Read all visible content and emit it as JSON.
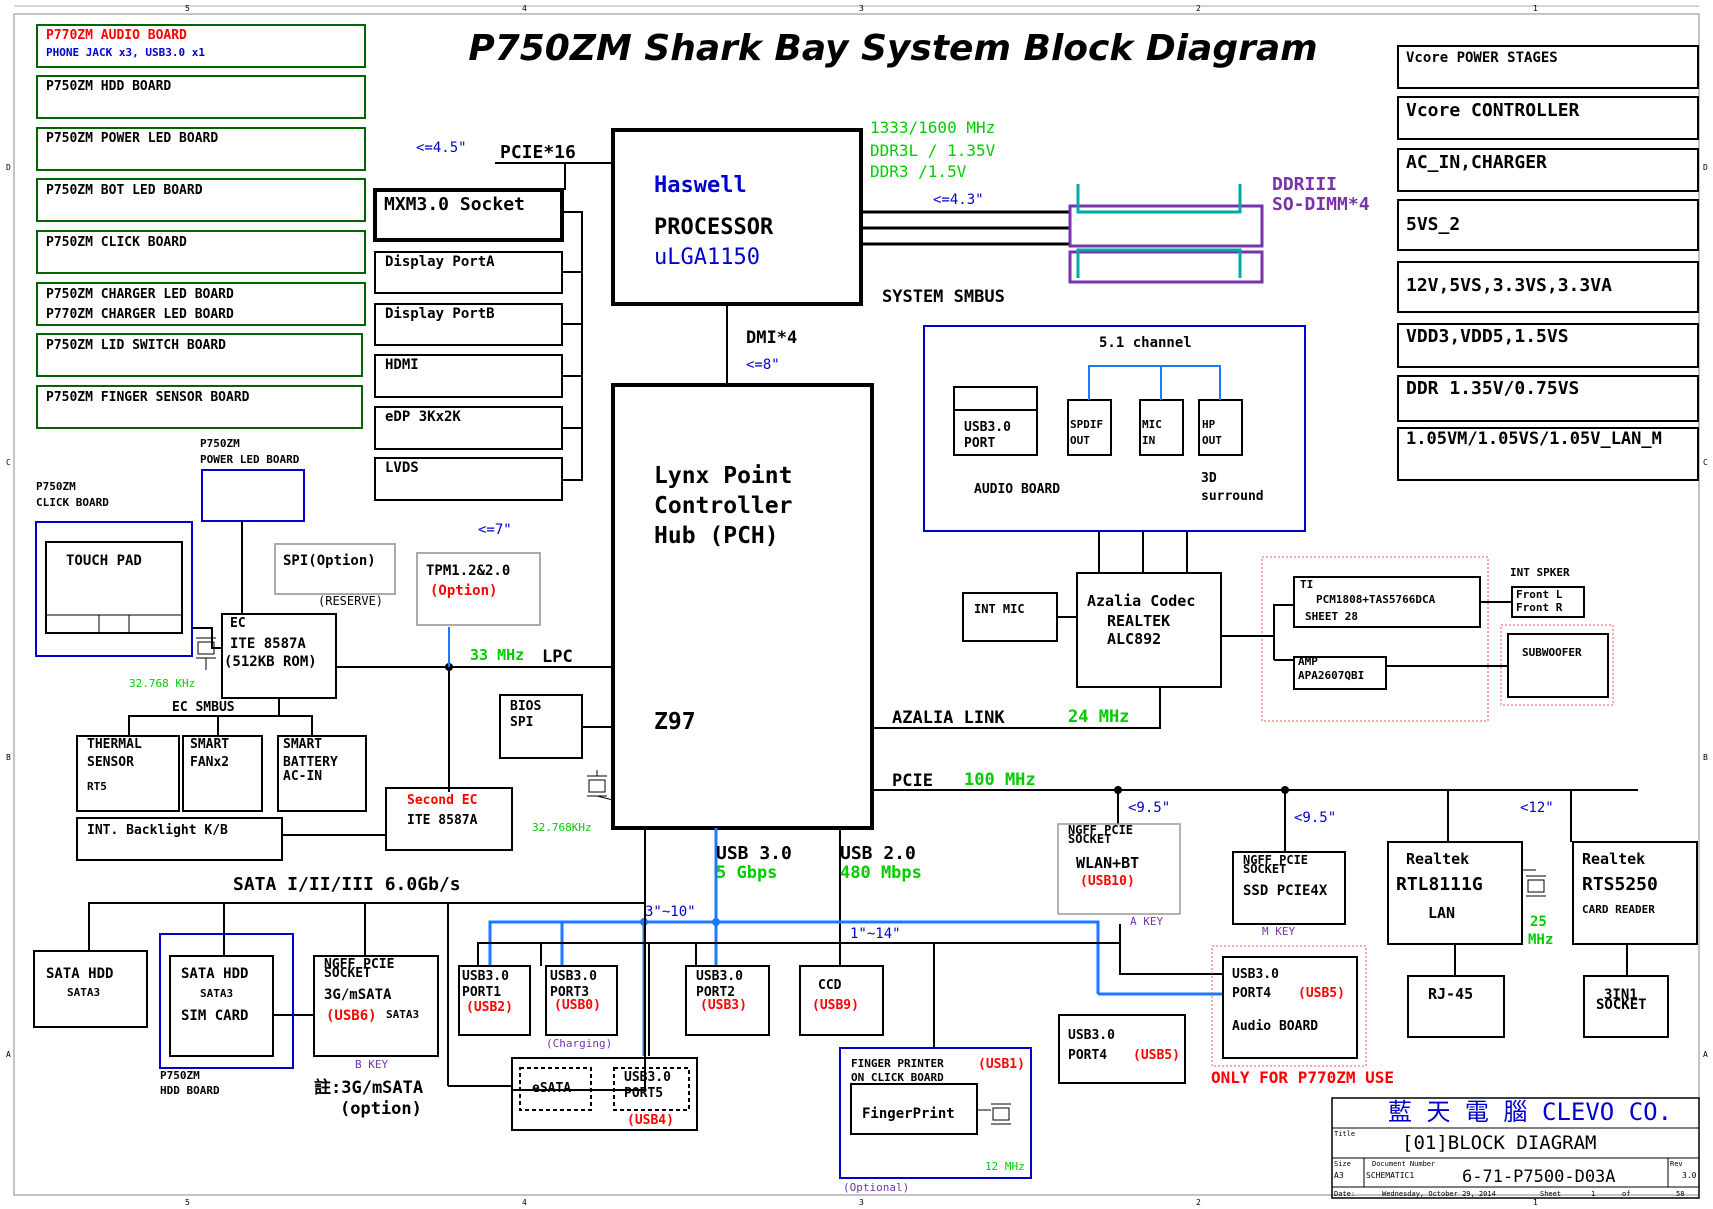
{
  "title": "P750ZM Shark Bay System Block Diagram",
  "colors": {
    "red": "#ff0000",
    "blue": "#0000cc",
    "green": "#00cc00",
    "purple": "#7733aa",
    "usb3_line": "#1e78ff"
  },
  "side_boards": [
    {
      "line1": "P770ZM AUDIO BOARD",
      "line2": "PHONE JACK x3, USB3.0 x1"
    },
    {
      "line1": "P750ZM HDD BOARD"
    },
    {
      "line1": "P750ZM POWER LED BOARD"
    },
    {
      "line1": "P750ZM BOT LED BOARD"
    },
    {
      "line1": "P750ZM CLICK BOARD"
    },
    {
      "line1": "P750ZM CHARGER LED BOARD",
      "line2": "P770ZM CHARGER LED BOARD"
    },
    {
      "line1": "P750ZM LID SWITCH BOARD"
    },
    {
      "line1": "P750ZM FINGER SENSOR BOARD"
    }
  ],
  "power_list": [
    "Vcore POWER STAGES",
    "Vcore CONTROLLER",
    "AC_IN,CHARGER",
    "5VS_2",
    "12V,5VS,3.3VS,3.3VA",
    "VDD3,VDD5,1.5VS",
    "DDR 1.35V/0.75VS",
    "1.05VM/1.05VS/1.05V_LAN_M"
  ],
  "cpu": {
    "name": "Haswell",
    "type": "PROCESSOR",
    "socket": "uLGA1150"
  },
  "memory": {
    "freq": "1333/1600 MHz",
    "v1": "DDR3L / 1.35V",
    "v2": "DDR3 /1.5V",
    "len": "<=4.3\"",
    "name1": "DDRIII",
    "name2": "SO-DIMM*4"
  },
  "pcie16": {
    "label": "PCIE*16",
    "len": "<=4.5\""
  },
  "mxm": {
    "label": "MXM3.0 Socket",
    "ports": [
      "Display PortA",
      "Display PortB",
      "HDMI",
      "eDP 3Kx2K",
      "LVDS"
    ]
  },
  "dmi": {
    "label": "DMI*4",
    "len": "<=8\""
  },
  "smbus": "SYSTEM SMBUS",
  "pch": {
    "l1": "Lynx Point",
    "l2": "Controller",
    "l3": "Hub (PCH)",
    "chip": "Z97",
    "xtal": "32.768KHz"
  },
  "audio_board": {
    "channel": "5.1 channel",
    "usb_l1": "USB3.0",
    "usb_l2": "PORT",
    "spdif1": "SPDIF",
    "spdif2": "OUT",
    "mic1": "MIC",
    "mic2": "IN",
    "hp1": "HP",
    "hp2": "OUT",
    "label": "AUDIO BOARD",
    "sur1": "3D",
    "sur2": "surround"
  },
  "codec": {
    "int_mic": "INT MIC",
    "l1": "Azalia Codec",
    "l2": "REALTEK",
    "l3": "ALC892",
    "link": "AZALIA LINK",
    "link_freq": "24 MHz"
  },
  "amp": {
    "ti": "TI",
    "ti_part": "PCM1808+TAS5766DCA",
    "ti_sheet": "SHEET 28",
    "amp1": "AMP",
    "amp2": "APA2607QBI",
    "spk_title": "INT SPKER",
    "front_l": "Front L",
    "front_r": "Front R",
    "sub": "SUBWOOFER"
  },
  "ec": {
    "l1": "EC",
    "l2": "ITE 8587A",
    "l3": "(512KB ROM)",
    "xtal": "32.768 KHz",
    "smbus": "EC SMBUS",
    "lpc_freq": "33 MHz",
    "lpc": "LPC"
  },
  "spi": {
    "label": "SPI(Option)",
    "reserve": "(RESERVE)"
  },
  "tpm": {
    "l1": "TPM1.2&2.0",
    "l2": "(Option)",
    "len": "<=7\""
  },
  "bios": {
    "l1": "BIOS",
    "l2": "SPI"
  },
  "power_led_board": {
    "l1": "P750ZM",
    "l2": "POWER LED BOARD"
  },
  "click_board": {
    "l1": "P750ZM",
    "l2": "CLICK BOARD",
    "touchpad": "TOUCH PAD"
  },
  "thermal": {
    "l1": "THERMAL",
    "l2": "SENSOR",
    "l3": "RT5"
  },
  "fan": {
    "l1": "SMART",
    "l2": "FANx2"
  },
  "battery": {
    "l1": "SMART",
    "l2": "BATTERY",
    "l3": "AC-IN"
  },
  "backlight": "INT. Backlight K/B",
  "second_ec": {
    "l1": "Second EC",
    "l2": "ITE 8587A"
  },
  "sata": {
    "label": "SATA I/II/III 6.0Gb/s",
    "hdd1": "SATA HDD",
    "hdd1_sub": "SATA3",
    "hdd2": "SATA HDD",
    "hdd2_sub": "SATA3",
    "sim": "SIM CARD",
    "hdd_board1": "P750ZM",
    "hdd_board2": "HDD BOARD"
  },
  "msata": {
    "l1": "NGFF PCIE",
    "l2": "SOCKET",
    "l3": "3G/mSATA",
    "usb": "(USB6)",
    "sata": "SATA3",
    "key": "B KEY",
    "note1": "註:3G/mSATA",
    "note2": "(option)"
  },
  "usb3": {
    "label": "USB 3.0",
    "speed": "5 Gbps",
    "len": "3\"~10\""
  },
  "usb2": {
    "label": "USB 2.0",
    "speed": "480 Mbps",
    "len": "1\"~14\""
  },
  "ports": {
    "p1": {
      "l1": "USB3.0",
      "l2": "PORT1",
      "usb": "(USB2)"
    },
    "p3": {
      "l1": "USB3.0",
      "l2": "PORT3",
      "usb": "(USB0)",
      "charging": "(Charging)"
    },
    "p2": {
      "l1": "USB3.0",
      "l2": "PORT2",
      "usb": "(USB3)"
    },
    "ccd": {
      "l1": "CCD",
      "usb": "(USB9)"
    },
    "esata": "eSATA",
    "p5": {
      "l1": "USB3.0",
      "l2": "PORT5",
      "usb": "(USB4)"
    },
    "p4": {
      "l1": "USB3.0",
      "l2": "PORT4",
      "usb": "(USB5)"
    },
    "p4b": {
      "l1": "USB3.0",
      "l2": "PORT4",
      "usb": "(USB5)",
      "l3": "Audio BOARD",
      "note": "ONLY FOR P770ZM USE"
    }
  },
  "finger": {
    "l1": "FINGER PRINTER",
    "usb": "(USB1)",
    "l2": "ON CLICK BOARD",
    "box": "FingerPrint",
    "freq": "12 MHz",
    "opt": "(Optional)"
  },
  "pcie_bus": {
    "label": "PCIE",
    "freq": "100 MHz"
  },
  "wlan": {
    "len": "<9.5\"",
    "l1": "NGFF PCIE",
    "l2": "SOCKET",
    "l3": "WLAN+BT",
    "usb": "(USB10)",
    "key": "A KEY"
  },
  "ssd": {
    "len": "<9.5\"",
    "l1": "NGFF PCIE",
    "l2": "SOCKET",
    "l3": "SSD PCIE4X",
    "key": "M KEY"
  },
  "lan": {
    "l1": "Realtek",
    "l2": "RTL8111G",
    "l3": "LAN",
    "freq1": "25",
    "freq2": "MHz",
    "rj": "RJ-45"
  },
  "card": {
    "len": "<12\"",
    "l1": "Realtek",
    "l2": "RTS5250",
    "l3": "CARD READER",
    "s1": "3IN1",
    "s2": "SOCKET"
  },
  "titleblock": {
    "company_cn": "藍 天 電 腦",
    "company": "CLEVO CO.",
    "title_lbl": "Title",
    "title": "[01]BLOCK DIAGRAM",
    "size_lbl": "Size",
    "size": "A3",
    "docno_lbl": "Document Number",
    "docno_sub": "SCHEMATIC1",
    "docno": "6-71-P7500-D03A",
    "rev_lbl": "Rev",
    "rev": "3.0",
    "date_lbl": "Date:",
    "date": "Wednesday, October 29, 2014",
    "sheet_lbl": "Sheet",
    "sheet": "1",
    "of": "of",
    "total": "58"
  },
  "border": {
    "top": [
      "5",
      "4",
      "3",
      "2",
      "1"
    ],
    "left": [
      "D",
      "C",
      "B",
      "A"
    ]
  }
}
